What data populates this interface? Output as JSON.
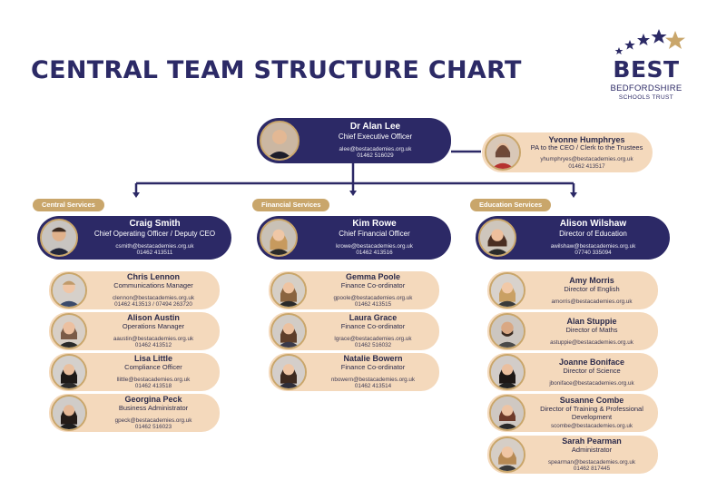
{
  "title": "CENTRAL TEAM STRUCTURE CHART",
  "logo": {
    "brand": "BEST",
    "line1": "BEDFORDSHIRE",
    "line2": "SCHOOLS TRUST"
  },
  "colors": {
    "navy": "#2c2966",
    "peach": "#f4d9bc",
    "gold": "#c9a66b"
  },
  "ceo": {
    "name": "Dr Alan Lee",
    "role": "Chief Executive Officer",
    "email": "alee@bestacademies.org.uk",
    "phone": "01462 516029"
  },
  "pa": {
    "name": "Yvonne Humphryes",
    "role": "PA to the CEO / Clerk to the Trustees",
    "email": "yhumphryes@bestacademies.org.uk",
    "phone": "01462 413517"
  },
  "departments": [
    {
      "label": "Central Services",
      "head": {
        "name": "Craig Smith",
        "role": "Chief Operating Officer / Deputy CEO",
        "email": "csmith@bestacademies.org.uk",
        "phone": "01462 413511"
      },
      "staff": [
        {
          "name": "Chris Lennon",
          "role": "Communications Manager",
          "email": "clennon@bestacademies.org.uk",
          "phone": "01462 413513 / 07494 263720"
        },
        {
          "name": "Alison Austin",
          "role": "Operations Manager",
          "email": "aaustin@bestacademies.org.uk",
          "phone": "01462 413512"
        },
        {
          "name": "Lisa Little",
          "role": "Compliance Officer",
          "email": "llittle@bestacademies.org.uk",
          "phone": "01462 413518"
        },
        {
          "name": "Georgina Peck",
          "role": "Business Administrator",
          "email": "gpeck@bestacademies.org.uk",
          "phone": "01462 516023"
        }
      ]
    },
    {
      "label": "Financial Services",
      "head": {
        "name": "Kim Rowe",
        "role": "Chief Financial Officer",
        "email": "krowe@bestacademies.org.uk",
        "phone": "01462 413516"
      },
      "staff": [
        {
          "name": "Gemma Poole",
          "role": "Finance Co-ordinator",
          "email": "gpoole@bestacademies.org.uk",
          "phone": "01462 413515"
        },
        {
          "name": "Laura Grace",
          "role": "Finance Co-ordinator",
          "email": "lgrace@bestacademies.org.uk",
          "phone": "01462 516032"
        },
        {
          "name": "Natalie Bowern",
          "role": "Finance Co-ordinator",
          "email": "nbowern@bestacademies.org.uk",
          "phone": "01462 413514"
        }
      ]
    },
    {
      "label": "Education Services",
      "head": {
        "name": "Alison Wilshaw",
        "role": "Director of Education",
        "email": "awilshaw@bestacademies.org.uk",
        "phone": "07740 335094"
      },
      "staff": [
        {
          "name": "Amy Morris",
          "role": "Director of English",
          "email": "amorris@bestacademies.org.uk",
          "phone": ""
        },
        {
          "name": "Alan Stuppie",
          "role": "Director of Maths",
          "email": "astuppie@bestacademies.org.uk",
          "phone": ""
        },
        {
          "name": "Joanne Boniface",
          "role": "Director of Science",
          "email": "jboniface@bestacademies.org.uk",
          "phone": ""
        },
        {
          "name": "Susanne Combe",
          "role": "Director of Training & Professional Development",
          "email": "scombe@bestacademies.org.uk",
          "phone": ""
        },
        {
          "name": "Sarah Pearman",
          "role": "Administrator",
          "email": "spearman@bestacademies.org.uk",
          "phone": "01462 817445"
        }
      ]
    }
  ]
}
